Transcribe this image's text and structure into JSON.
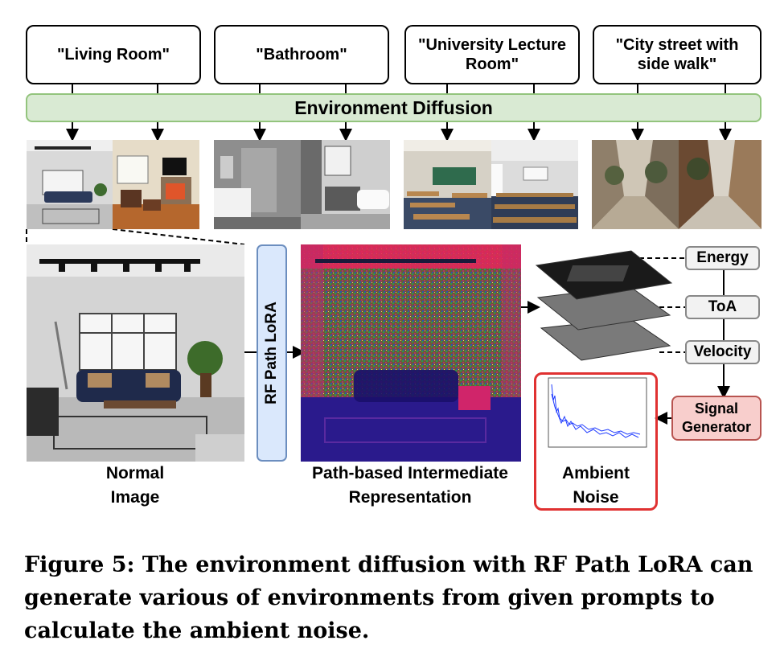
{
  "prompts": [
    {
      "text": "\"Living Room\""
    },
    {
      "text": "\"Bathroom\""
    },
    {
      "text": "\"University Lecture Room\""
    },
    {
      "text": "\"City street with side walk\""
    }
  ],
  "env_diffusion": "Environment Diffusion",
  "lora_label": "RF Path LoRA",
  "metrics": {
    "energy": "Energy",
    "toa": "ToA",
    "velocity": "Velocity"
  },
  "signal_generator": "Signal Generator",
  "labels": {
    "normal_image": "Normal Image",
    "intermediate": "Path-based Intermediate Representation",
    "ambient_noise": "Ambient Noise"
  },
  "caption": "Figure 5: The environment diffusion with RF Path LoRA can generate various of environments from given prompts to calculate the ambient noise.",
  "colors": {
    "env_bar_fill": "#d9ead3",
    "lora_fill": "#dae8fc",
    "signal_generator_fill": "#f8cecc",
    "ambient_noise_border": "#e03131",
    "noise_trace": "#1f3bff"
  }
}
